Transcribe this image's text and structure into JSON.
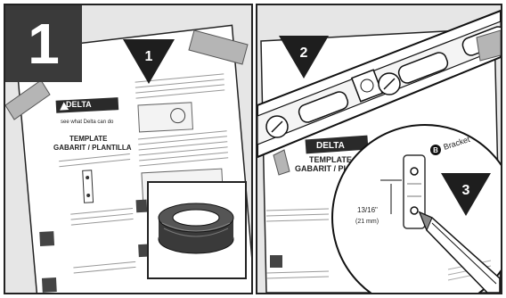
{
  "step_number": "1",
  "callouts": [
    "1",
    "2",
    "3"
  ],
  "template": {
    "brand": "DELTA",
    "tagline": "see what Delta can do",
    "title_line1": "TEMPLATE",
    "title_line2": "GABARIT / PLANTILLA",
    "bracket_badge": "B",
    "bracket_label": "Bracket",
    "measure_line1": "13/16\"",
    "measure_line2": "(21 mm)"
  },
  "colors": {
    "dark": "#222222",
    "step_box": "#3a3a3a",
    "paper": "#ffffff",
    "tape": "#b5b5b5",
    "background": "#ececec"
  }
}
